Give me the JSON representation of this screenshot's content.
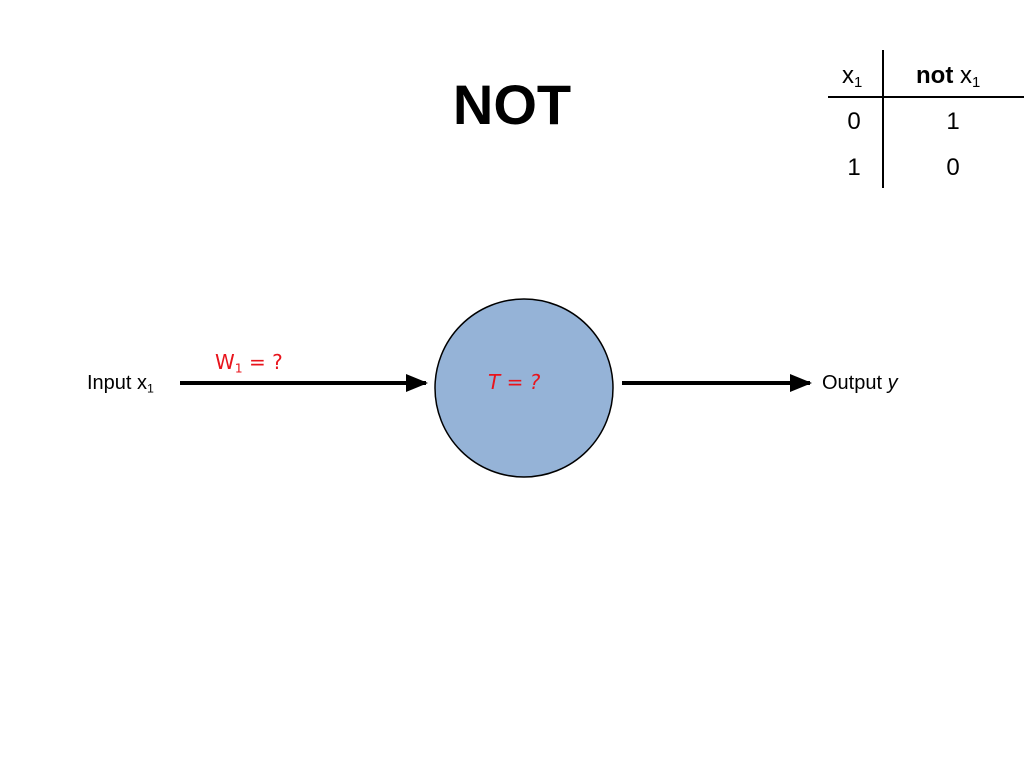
{
  "title": "NOT",
  "truth_table": {
    "header_input": "x",
    "header_input_sub": "1",
    "header_output_bold": "not",
    "header_output": "x",
    "header_output_sub": "1",
    "rows": [
      {
        "input": "0",
        "output": "1"
      },
      {
        "input": "1",
        "output": "0"
      }
    ]
  },
  "diagram": {
    "input_label": "Input x",
    "input_sub": "1",
    "weight_label": "W",
    "weight_sub": "1",
    "weight_value": "= ?",
    "neuron_label": "T = ?",
    "output_label": "Output ",
    "output_var": "y"
  },
  "colors": {
    "neuron_fill": "#95b3d7",
    "neuron_stroke": "#000000",
    "annotation": "#e8141c",
    "arrow": "#000000"
  }
}
